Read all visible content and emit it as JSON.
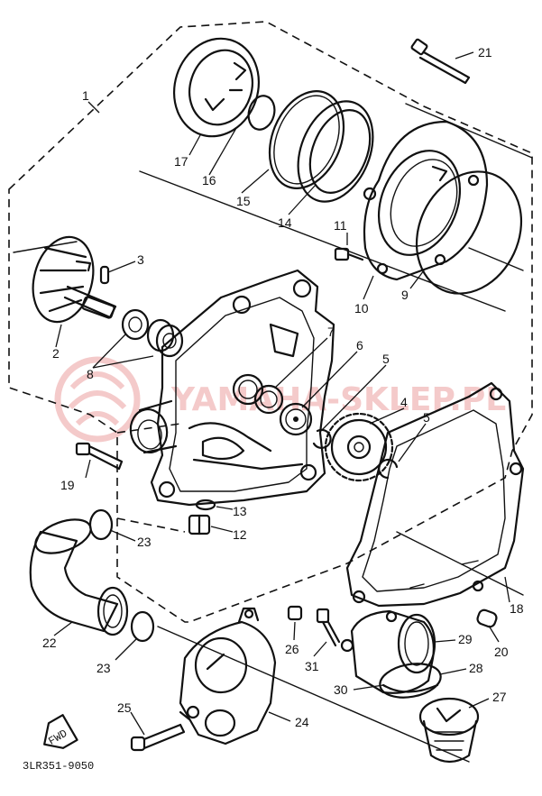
{
  "diagram": {
    "part_labels": {
      "p1": "1",
      "p2": "2",
      "p3": "3",
      "p4": "4",
      "p5a": "5",
      "p5b": "5",
      "p6": "6",
      "p7": "7",
      "p8": "8",
      "p9": "9",
      "p10": "10",
      "p11": "11",
      "p12": "12",
      "p13": "13",
      "p14": "14",
      "p15": "15",
      "p16": "16",
      "p17": "17",
      "p18": "18",
      "p19": "19",
      "p20": "20",
      "p21": "21",
      "p22": "22",
      "p23a": "23",
      "p23b": "23",
      "p24": "24",
      "p25": "25",
      "p26": "26",
      "p27": "27",
      "p28": "28",
      "p29": "29",
      "p30": "30",
      "p31": "31"
    },
    "fwd_label": "FWD",
    "drawing_code": "3LR351-9050"
  },
  "watermark": {
    "text": "YAMAHA-SKLEP.PL",
    "color": "#f3c5c5"
  }
}
